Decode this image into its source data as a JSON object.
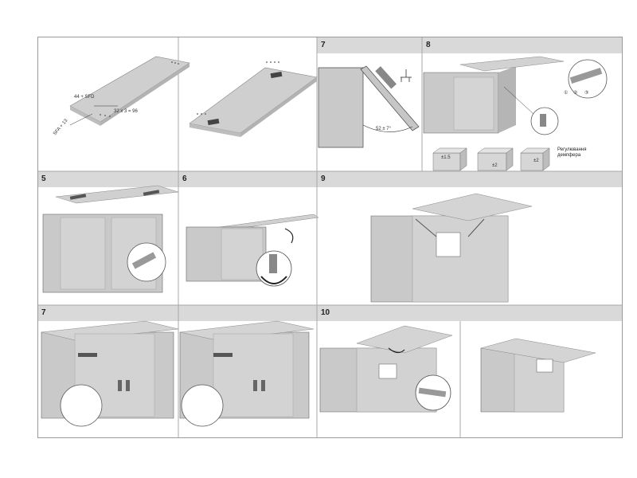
{
  "panels": {
    "step_a": "7",
    "step_b": "8",
    "step_c": "5",
    "step_d": "6",
    "step_e": "9",
    "step_f": "7",
    "step_g": "10"
  },
  "annotations": {
    "dim_top": "44 + SFD",
    "dim_spacing": "32 x 3 = 96",
    "dim_side": "SFA + 13",
    "angle": "52 ± 7°",
    "callouts": [
      "①",
      "②",
      "③"
    ],
    "box1": "±1.5",
    "box2": "±2",
    "box3": "±2",
    "damper_caption": "Регулювання\nдемпфера"
  },
  "colors": {
    "panel_header": "#d9d9d9",
    "cabinet": "#cfcfcf",
    "cabinet_dark": "#b8b8b8",
    "cabinet_inner": "#c4c4c4",
    "line": "#6a6a6a"
  }
}
